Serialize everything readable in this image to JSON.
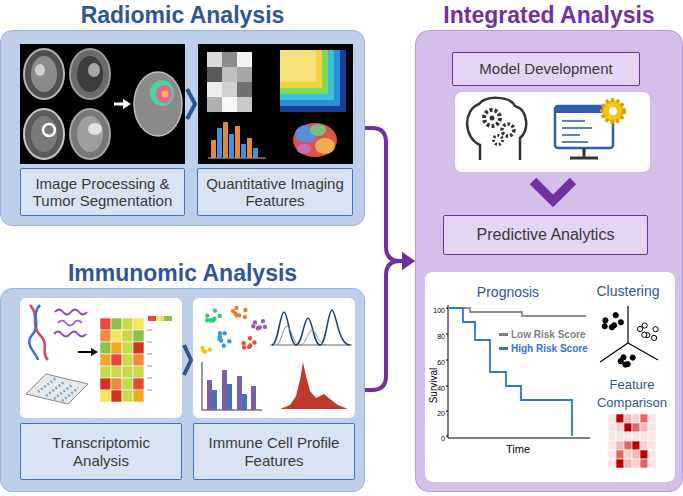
{
  "diagram": {
    "nodes": [
      {
        "text": [
          "Radiomic Analysis"
        ]
      },
      {
        "text": [
          "Image Processing & Tumor Segmentation"
        ],
        "in": 0
      },
      {
        "text": [
          "Quantitative Imaging Features"
        ],
        "in": 0
      },
      {
        "text": [
          "Immunomic Analysis"
        ]
      },
      {
        "text": [
          "Transcriptomic Analysis"
        ],
        "in": 3
      },
      {
        "text": [
          "Immune Cell Profile Features"
        ],
        "in": 3
      },
      {
        "text": [
          "Integrated Analysis"
        ]
      },
      {
        "text": [
          "Model Development"
        ],
        "in": 6
      },
      {
        "text": [
          "Predictive Analytics"
        ],
        "in": 6
      },
      {
        "text": [
          "Prognosis",
          "Clustering",
          "Feature Comparison"
        ],
        "in": 6
      }
    ],
    "edges": [
      {
        "from": 0,
        "to": 6,
        "arrow": "to"
      },
      {
        "from": 3,
        "to": 6,
        "arrow": "to"
      }
    ],
    "labels": [
      "100",
      "80",
      "60",
      "40",
      "20",
      "0",
      "Survival",
      "Time"
    ],
    "legend": [
      {
        "text": "Low Risk Score",
        "color": "#7f7f7f"
      },
      {
        "text": "High Risk Score",
        "color": "#2e75d6"
      }
    ]
  }
}
